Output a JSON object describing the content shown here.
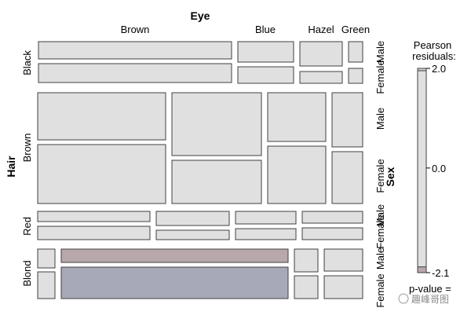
{
  "chart_data": {
    "type": "mosaic",
    "x_variable": "Eye",
    "row_variable": "Hair",
    "sex_variable": "Sex",
    "eye_levels": [
      "Brown",
      "Blue",
      "Hazel",
      "Green"
    ],
    "hair_levels": [
      "Black",
      "Brown",
      "Red",
      "Blond"
    ],
    "sex_levels": [
      "Male",
      "Female"
    ],
    "tiles": [
      {
        "hair": "Black",
        "eye": "Brown",
        "sex": "Male",
        "residual_sign": "none"
      },
      {
        "hair": "Black",
        "eye": "Brown",
        "sex": "Female",
        "residual_sign": "none"
      },
      {
        "hair": "Black",
        "eye": "Blue",
        "sex": "Male",
        "residual_sign": "none"
      },
      {
        "hair": "Black",
        "eye": "Blue",
        "sex": "Female",
        "residual_sign": "none"
      },
      {
        "hair": "Black",
        "eye": "Hazel",
        "sex": "Male",
        "residual_sign": "none"
      },
      {
        "hair": "Black",
        "eye": "Hazel",
        "sex": "Female",
        "residual_sign": "none"
      },
      {
        "hair": "Black",
        "eye": "Green",
        "sex": "Male",
        "residual_sign": "none"
      },
      {
        "hair": "Black",
        "eye": "Green",
        "sex": "Female",
        "residual_sign": "none"
      },
      {
        "hair": "Brown",
        "eye": "Brown",
        "sex": "Male",
        "residual_sign": "none"
      },
      {
        "hair": "Brown",
        "eye": "Brown",
        "sex": "Female",
        "residual_sign": "none"
      },
      {
        "hair": "Brown",
        "eye": "Blue",
        "sex": "Male",
        "residual_sign": "none"
      },
      {
        "hair": "Brown",
        "eye": "Blue",
        "sex": "Female",
        "residual_sign": "none"
      },
      {
        "hair": "Brown",
        "eye": "Hazel",
        "sex": "Male",
        "residual_sign": "none"
      },
      {
        "hair": "Brown",
        "eye": "Hazel",
        "sex": "Female",
        "residual_sign": "none"
      },
      {
        "hair": "Brown",
        "eye": "Green",
        "sex": "Male",
        "residual_sign": "none"
      },
      {
        "hair": "Brown",
        "eye": "Green",
        "sex": "Female",
        "residual_sign": "none"
      },
      {
        "hair": "Red",
        "eye": "Brown",
        "sex": "Male",
        "residual_sign": "none"
      },
      {
        "hair": "Red",
        "eye": "Brown",
        "sex": "Female",
        "residual_sign": "none"
      },
      {
        "hair": "Red",
        "eye": "Blue",
        "sex": "Male",
        "residual_sign": "none"
      },
      {
        "hair": "Red",
        "eye": "Blue",
        "sex": "Female",
        "residual_sign": "none"
      },
      {
        "hair": "Red",
        "eye": "Hazel",
        "sex": "Male",
        "residual_sign": "none"
      },
      {
        "hair": "Red",
        "eye": "Hazel",
        "sex": "Female",
        "residual_sign": "none"
      },
      {
        "hair": "Red",
        "eye": "Green",
        "sex": "Male",
        "residual_sign": "none"
      },
      {
        "hair": "Red",
        "eye": "Green",
        "sex": "Female",
        "residual_sign": "none"
      },
      {
        "hair": "Blond",
        "eye": "Brown",
        "sex": "Male",
        "residual_sign": "none"
      },
      {
        "hair": "Blond",
        "eye": "Brown",
        "sex": "Female",
        "residual_sign": "none"
      },
      {
        "hair": "Blond",
        "eye": "Blue",
        "sex": "Male",
        "residual_sign": "negative"
      },
      {
        "hair": "Blond",
        "eye": "Blue",
        "sex": "Female",
        "residual_sign": "negative_strong"
      },
      {
        "hair": "Blond",
        "eye": "Hazel",
        "sex": "Male",
        "residual_sign": "none"
      },
      {
        "hair": "Blond",
        "eye": "Hazel",
        "sex": "Female",
        "residual_sign": "none"
      },
      {
        "hair": "Blond",
        "eye": "Green",
        "sex": "Male",
        "residual_sign": "none"
      },
      {
        "hair": "Blond",
        "eye": "Green",
        "sex": "Female",
        "residual_sign": "none"
      }
    ],
    "legend": {
      "title_line1": "Pearson",
      "title_line2": "residuals:",
      "ticks": [
        2.0,
        0.0,
        -2.1
      ],
      "tick_labels": [
        "2.0",
        "0.0",
        "-2.1"
      ],
      "pvalue_label": "p-value ="
    },
    "colors": {
      "neutral": "#e0e0e0",
      "negative": "#b8a7ab",
      "negative_strong": "#a7a9b8",
      "border": "#404040"
    }
  },
  "watermark": "趣峰哥图"
}
